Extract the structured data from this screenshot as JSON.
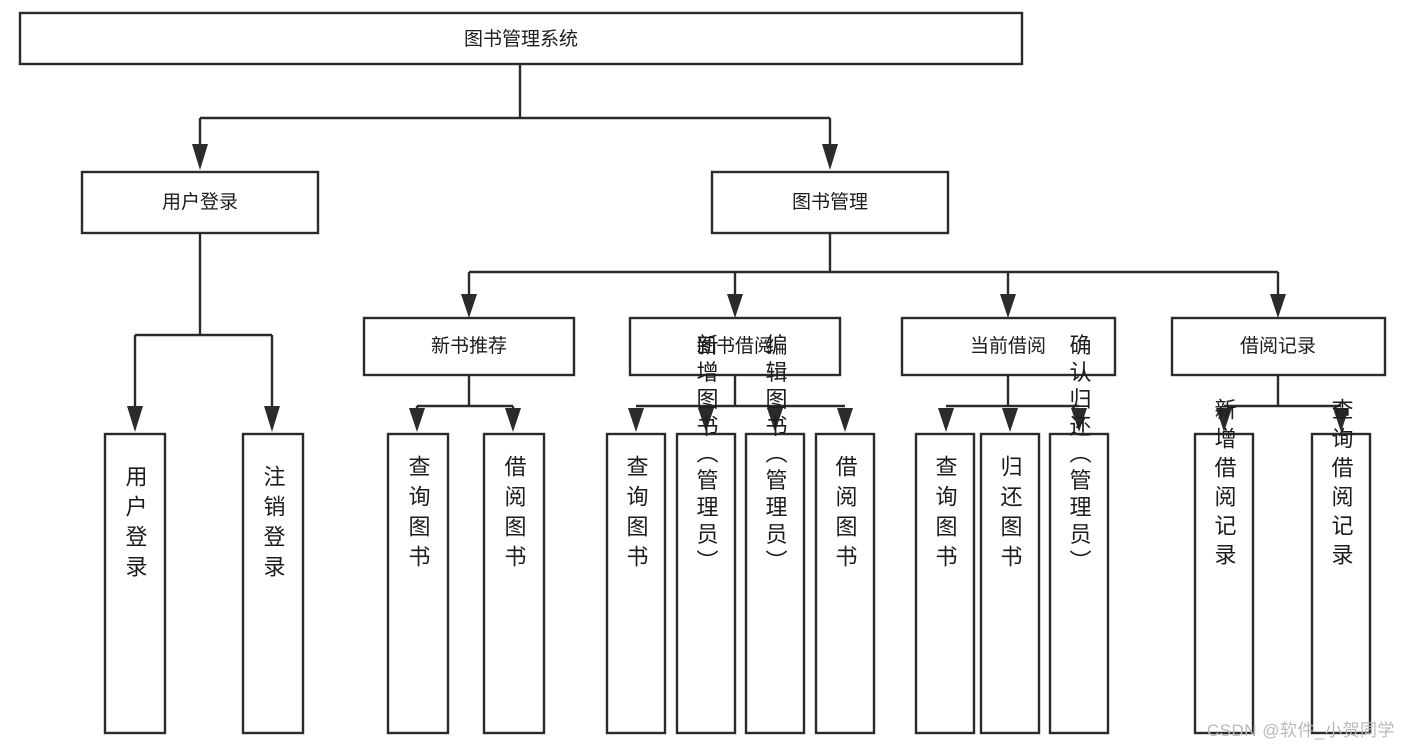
{
  "diagram": {
    "type": "tree-hierarchy",
    "title": "图书管理系统",
    "watermark": "CSDN @软件_小贺同学",
    "colors": {
      "stroke": "#2b2b2b",
      "fill": "#ffffff",
      "text": "#1c1c1c",
      "watermark": "#b9b9b9",
      "background": "#ffffff"
    },
    "nodes": {
      "root": {
        "label": "图书管理系统"
      },
      "level2": [
        {
          "label": "用户登录"
        },
        {
          "label": "图书管理"
        }
      ],
      "level3": [
        {
          "label": "新书推荐"
        },
        {
          "label": "图书借阅"
        },
        {
          "label": "当前借阅"
        },
        {
          "label": "借阅记录"
        }
      ],
      "leaves_user_login": [
        {
          "label": "用户登录"
        },
        {
          "label": "注销登录"
        }
      ],
      "leaves_new_book": [
        {
          "label": "查询图书"
        },
        {
          "label": "借阅图书"
        }
      ],
      "leaves_borrow": [
        {
          "label": "查询图书"
        },
        {
          "label": "新增图书（管理员）"
        },
        {
          "label": "编辑图书（管理员）"
        },
        {
          "label": "借阅图书"
        }
      ],
      "leaves_current": [
        {
          "label": "查询图书"
        },
        {
          "label": "归还图书"
        },
        {
          "label": "确认归还（管理员）"
        }
      ],
      "leaves_record": [
        {
          "label": "新增借阅记录"
        },
        {
          "label": "查询借阅记录"
        }
      ]
    }
  }
}
